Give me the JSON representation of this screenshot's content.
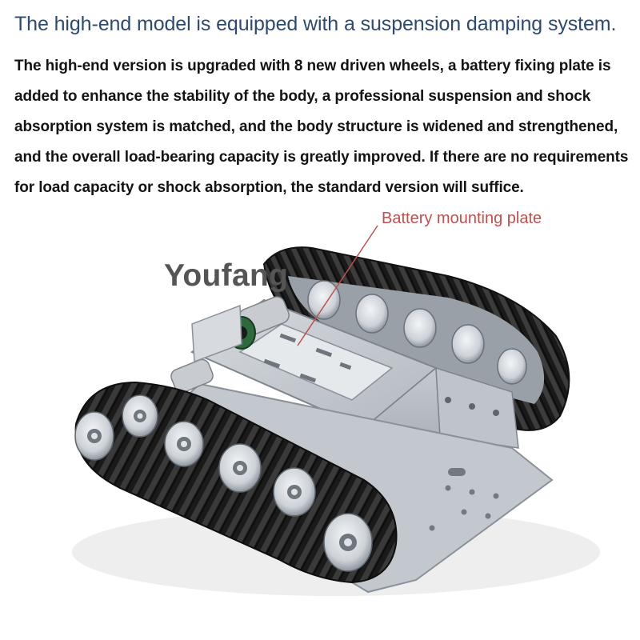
{
  "headline": "The high-end model is equipped with a suspension damping system.",
  "body": "The high-end version is upgraded with 8 new driven wheels, a battery fixing plate is added to enhance the stability of the body, a professional suspension and shock absorption system is matched, and the body structure is widened and strengthened, and the overall load-bearing capacity is greatly improved. If there are no requirements for load capacity or shock absorption, the standard version will suffice.",
  "callout": "Battery mounting plate",
  "watermark": "Youfang",
  "colors": {
    "headline": "#2e4a6e",
    "callout": "#c0504d",
    "track": "#1c1c1c",
    "chassis": "#c9ced4",
    "wheel": "#dfe3e8"
  },
  "icons": {
    "product": "tank-chassis-icon",
    "motor": "motor-icon"
  }
}
